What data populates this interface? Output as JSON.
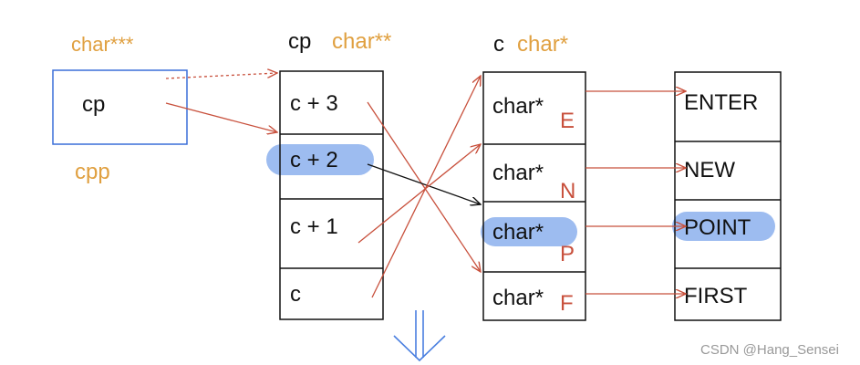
{
  "colors": {
    "type_label": "#E0A040",
    "arrow": "#C8503C",
    "box_stroke": "#111111",
    "cpp_box_stroke": "#3A6FD8",
    "highlight": "#9DBCF0",
    "down_arrow": "#4A7FE0",
    "watermark": "#999999"
  },
  "cpp": {
    "type_label": "char***",
    "cell_text": "cp",
    "name_label": "cpp"
  },
  "cp": {
    "name": "cp",
    "type_label": "char**",
    "cells": [
      "c + 3",
      "c + 2",
      "c + 1",
      "c"
    ]
  },
  "c": {
    "name": "c",
    "type_label": "char*",
    "cells": [
      {
        "text": "char*",
        "letter": "E"
      },
      {
        "text": "char*",
        "letter": "N"
      },
      {
        "text": "char*",
        "letter": "P"
      },
      {
        "text": "char*",
        "letter": "F"
      }
    ]
  },
  "strings": [
    "ENTER",
    "NEW",
    "POINT",
    "FIRST"
  ],
  "watermark": "CSDN @Hang_Sensei"
}
